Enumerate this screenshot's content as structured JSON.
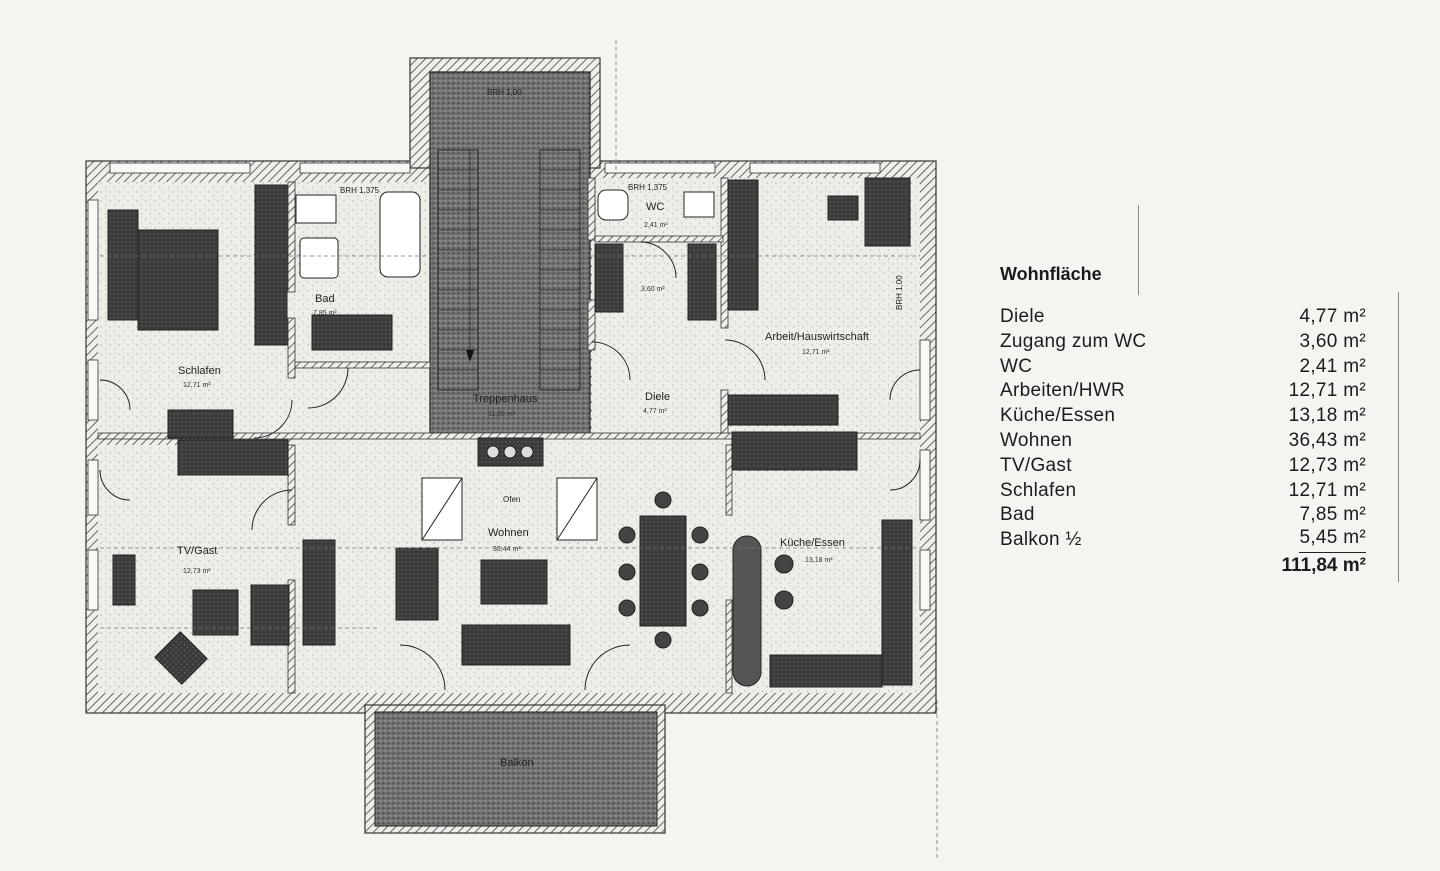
{
  "rooms": {
    "schlafen": {
      "name": "Schlafen",
      "area": "12,71 m²"
    },
    "bad": {
      "name": "Bad",
      "area": "7,85 m²"
    },
    "treppenhaus": {
      "name": "Treppenhaus",
      "area": "11,05 m²"
    },
    "wc": {
      "name": "WC",
      "area": "2,41 m²"
    },
    "zugang": {
      "area": "3,60 m²"
    },
    "diele": {
      "name": "Diele",
      "area": "4,77 m²"
    },
    "arbeit": {
      "name": "Arbeit/Hauswirtschaft",
      "area": "12,71 m²"
    },
    "tvgast": {
      "name": "TV/Gast",
      "area": "12,73 m²"
    },
    "wohnen": {
      "name": "Wohnen",
      "area": "36,44 m²"
    },
    "kueche": {
      "name": "Küche/Essen",
      "area": "13,18 m²"
    },
    "balkon": {
      "name": "Balkon"
    }
  },
  "plan_labels": {
    "ofen": "Ofen",
    "brh_top": "BRH 1,00",
    "brh_bad": "BRH 1,375",
    "brh_wc": "BRH 1,375",
    "brh_right": "BRH 1,00"
  },
  "area_table": {
    "heading": "Wohnfläche",
    "rows": [
      {
        "label": "Diele",
        "value": "4,77 m²"
      },
      {
        "label": "Zugang zum WC",
        "value": "3,60 m²"
      },
      {
        "label": "WC",
        "value": "2,41 m²"
      },
      {
        "label": "Arbeiten/HWR",
        "value": "12,71 m²"
      },
      {
        "label": "Küche/Essen",
        "value": "13,18 m²"
      },
      {
        "label": "Wohnen",
        "value": "36,43 m²"
      },
      {
        "label": "TV/Gast",
        "value": "12,73 m²"
      },
      {
        "label": "Schlafen",
        "value": "12,71 m²"
      },
      {
        "label": "Bad",
        "value": "7,85 m²"
      },
      {
        "label": "Balkon ½",
        "value": "5,45 m²"
      }
    ],
    "total": "111,84 m²"
  },
  "colors": {
    "wall_hatch": "#555555",
    "floor_speckle": "#eceae5",
    "furniture_dark": "#3a3a3a",
    "stair_dark": "#6b6b6b",
    "paper": "#f5f4f1"
  }
}
